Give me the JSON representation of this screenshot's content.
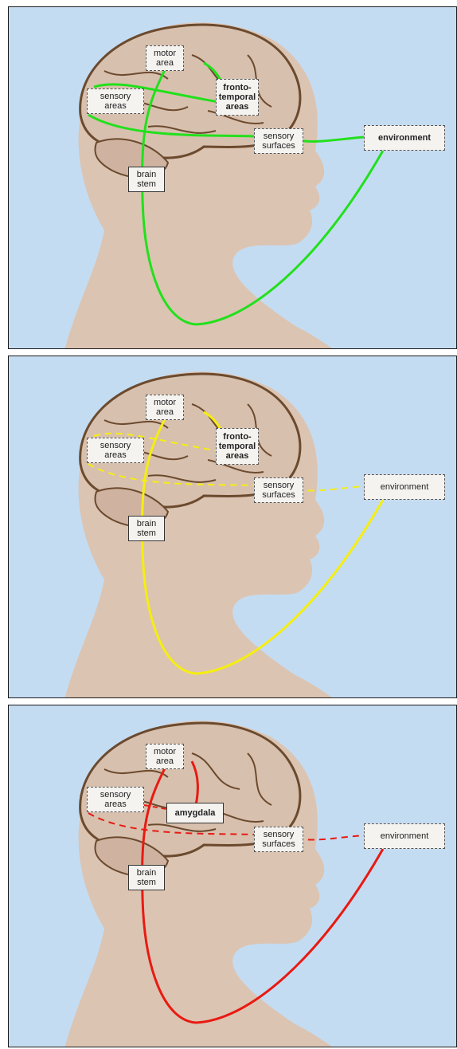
{
  "colors": {
    "background": "#c4dcf2",
    "head": "#dcc4b2",
    "brain": "#d8c0ae",
    "brain_outline": "#6b4a2e",
    "panel1_path": "#22e01c",
    "panel2_path": "#f5ee10",
    "panel3_path": "#e81a12"
  },
  "panels": [
    {
      "path_style": "solid",
      "labels": {
        "motor": "motor\narea",
        "sensory_areas": "sensory\nareas",
        "fronto": "fronto-\ntemporal\nareas",
        "sensory_surfaces": "sensory\nsurfaces",
        "environment": "environment",
        "brain_stem": "brain\nstem"
      }
    },
    {
      "path_style": "mixed",
      "labels": {
        "motor": "motor\narea",
        "sensory_areas": "sensory\nareas",
        "fronto": "fronto-\ntemporal\nareas",
        "sensory_surfaces": "sensory\nsurfaces",
        "environment": "environment",
        "brain_stem": "brain\nstem"
      }
    },
    {
      "path_style": "mixed",
      "labels": {
        "motor": "motor\narea",
        "sensory_areas": "sensory\nareas",
        "amygdala": "amygdala",
        "sensory_surfaces": "sensory\nsurfaces",
        "environment": "environment",
        "brain_stem": "brain\nstem"
      }
    }
  ]
}
